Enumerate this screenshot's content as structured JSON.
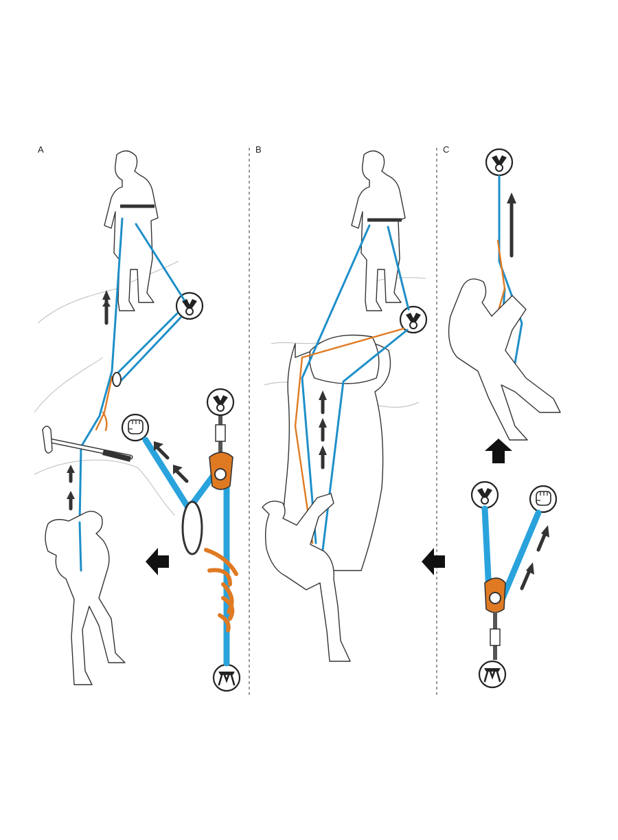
{
  "panels": [
    {
      "id": "A",
      "label": "A"
    },
    {
      "id": "B",
      "label": "B"
    },
    {
      "id": "C",
      "label": "C"
    }
  ],
  "colors": {
    "rope_blue": "#2aa3dd",
    "rope_orange": "#e07a22",
    "outline": "#333333",
    "arrow": "#333333",
    "big_arrow": "#111111"
  },
  "icons": [
    "anchor-icon",
    "hand-grip-icon",
    "harness-icon",
    "pulley-device-icon",
    "carabiner-icon",
    "ice-axe-icon",
    "direction-arrow-icon"
  ]
}
